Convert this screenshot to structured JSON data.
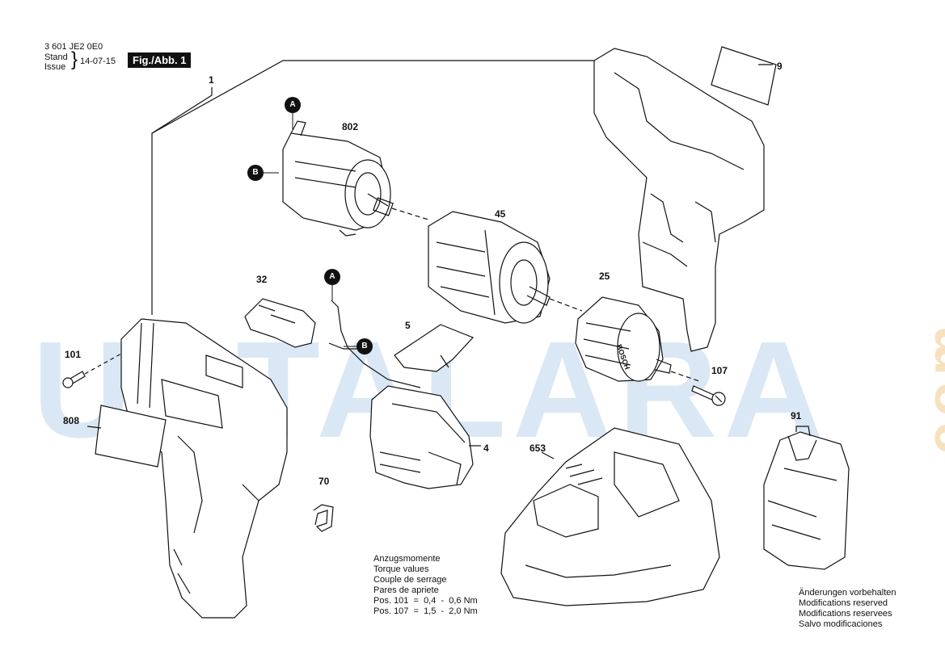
{
  "header": {
    "doc_number": "3 601 JE2 0E0",
    "stand_label": "Stand",
    "issue_label": "Issue",
    "date": "14-07-15",
    "fig_label": "Fig./Abb. 1"
  },
  "watermark": {
    "text": "USTALARA",
    "suffix": ".com"
  },
  "parts": {
    "p1": "1",
    "p9": "9",
    "p802": "802",
    "p45": "45",
    "p25": "25",
    "p32": "32",
    "p5": "5",
    "p4": "4",
    "p101": "101",
    "p808": "808",
    "p70": "70",
    "p107": "107",
    "p653": "653",
    "p91": "91"
  },
  "connectors": {
    "a": "A",
    "b": "B"
  },
  "torque": {
    "line1": "Anzugsmomente",
    "line2": "Torque values",
    "line3": "Couple de serrage",
    "line4": "Pares de apriete",
    "line5": "Pos. 101  =  0,4  -  0,6 Nm",
    "line6": "Pos. 107  =  1,5  -  2,0 Nm"
  },
  "changes": {
    "line1": "Änderungen vorbehalten",
    "line2": "Modifications reserved",
    "line3": "Modifications reservees",
    "line4": "Salvo modificaciones"
  },
  "chuck_brand": "BOSCH",
  "colors": {
    "watermark_blue": "#bcd6ee",
    "watermark_orange": "#f2c98a",
    "ink": "#111111"
  }
}
